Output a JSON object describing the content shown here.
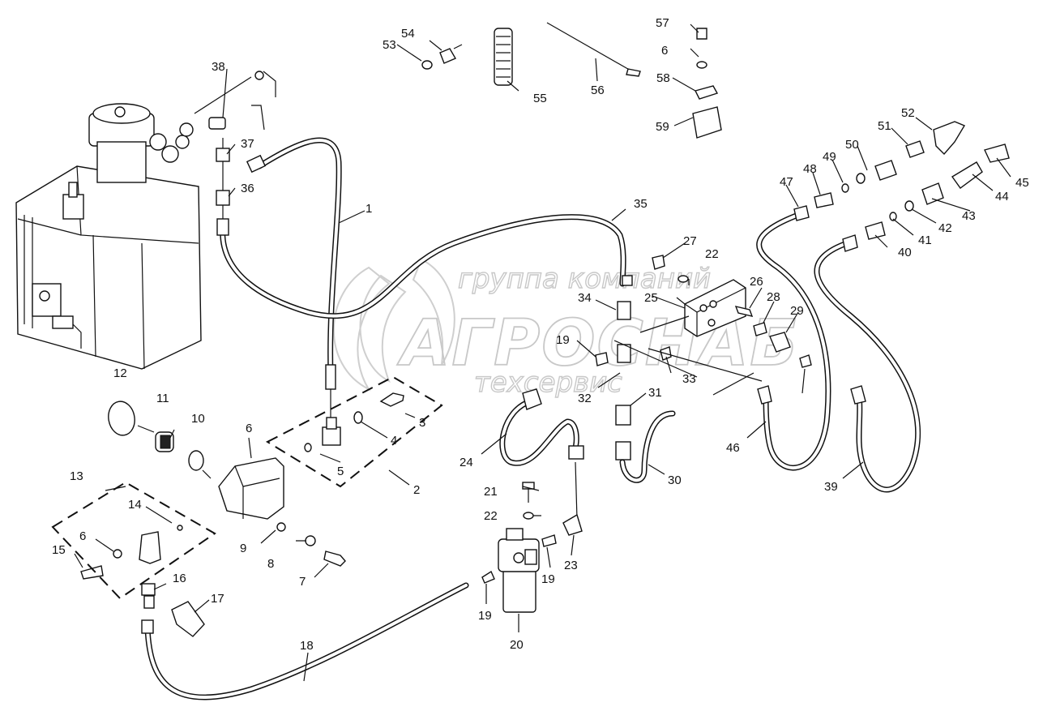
{
  "watermark": {
    "line1": "группа компаний",
    "line2": "АГРОСНАБ",
    "line3": "техсервис"
  },
  "callouts": [
    "1",
    "2",
    "3",
    "4",
    "5",
    "6",
    "7",
    "8",
    "9",
    "10",
    "11",
    "12",
    "13",
    "14",
    "15",
    "6",
    "16",
    "17",
    "18",
    "19",
    "19",
    "19",
    "20",
    "21",
    "22",
    "22",
    "23",
    "24",
    "25",
    "26",
    "27",
    "28",
    "29",
    "30",
    "31",
    "32",
    "33",
    "34",
    "35",
    "36",
    "37",
    "38",
    "39",
    "40",
    "41",
    "42",
    "43",
    "44",
    "45",
    "46",
    "47",
    "48",
    "49",
    "50",
    "51",
    "52",
    "53",
    "54",
    "55",
    "56",
    "57",
    "6",
    "58",
    "59"
  ]
}
